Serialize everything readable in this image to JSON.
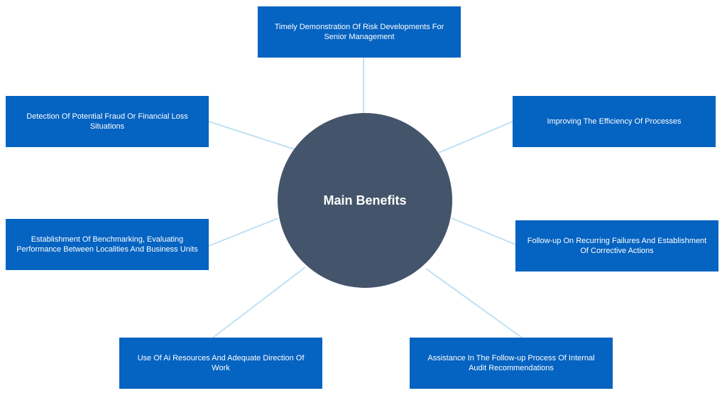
{
  "diagram": {
    "center": {
      "label": "Main Benefits"
    },
    "benefits": [
      {
        "label": "Timely Demonstration Of Risk Developments For Senior Management"
      },
      {
        "label": "Improving The Efficiency Of Processes"
      },
      {
        "label": "Follow-up On Recurring Failures And Establishment Of Corrective Actions"
      },
      {
        "label": "Assistance In The Follow-up Process Of Internal Audit Recommendations"
      },
      {
        "label": "Use Of Ai Resources And Adequate Direction Of Work"
      },
      {
        "label": "Establishment Of Benchmarking, Evaluating Performance Between Localities And Business Units"
      },
      {
        "label": "Detection Of Potential Fraud Or Financial Loss Situations"
      }
    ],
    "colors": {
      "center_fill": "#44546a",
      "box_fill": "#0563c1",
      "connector": "#bfe1f3",
      "text": "#ffffff"
    }
  }
}
